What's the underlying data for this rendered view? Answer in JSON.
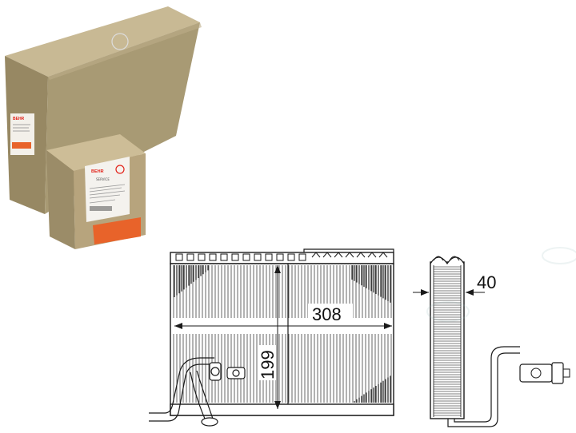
{
  "product_photo": {
    "large_box": {
      "label_brand": "BEHR",
      "color": "#a0926c"
    },
    "small_box": {
      "label_brand": "BEHR",
      "label_sub": "SERVICE",
      "stripe_color": "#e8632a",
      "color": "#b8a27b"
    }
  },
  "drawing": {
    "width_value": "308",
    "height_value": "199",
    "depth_value": "40"
  },
  "colors": {
    "line": "#1a1a1a",
    "fin": "#555555",
    "box_top": "#c9bb98",
    "box_front": "#a39470"
  }
}
